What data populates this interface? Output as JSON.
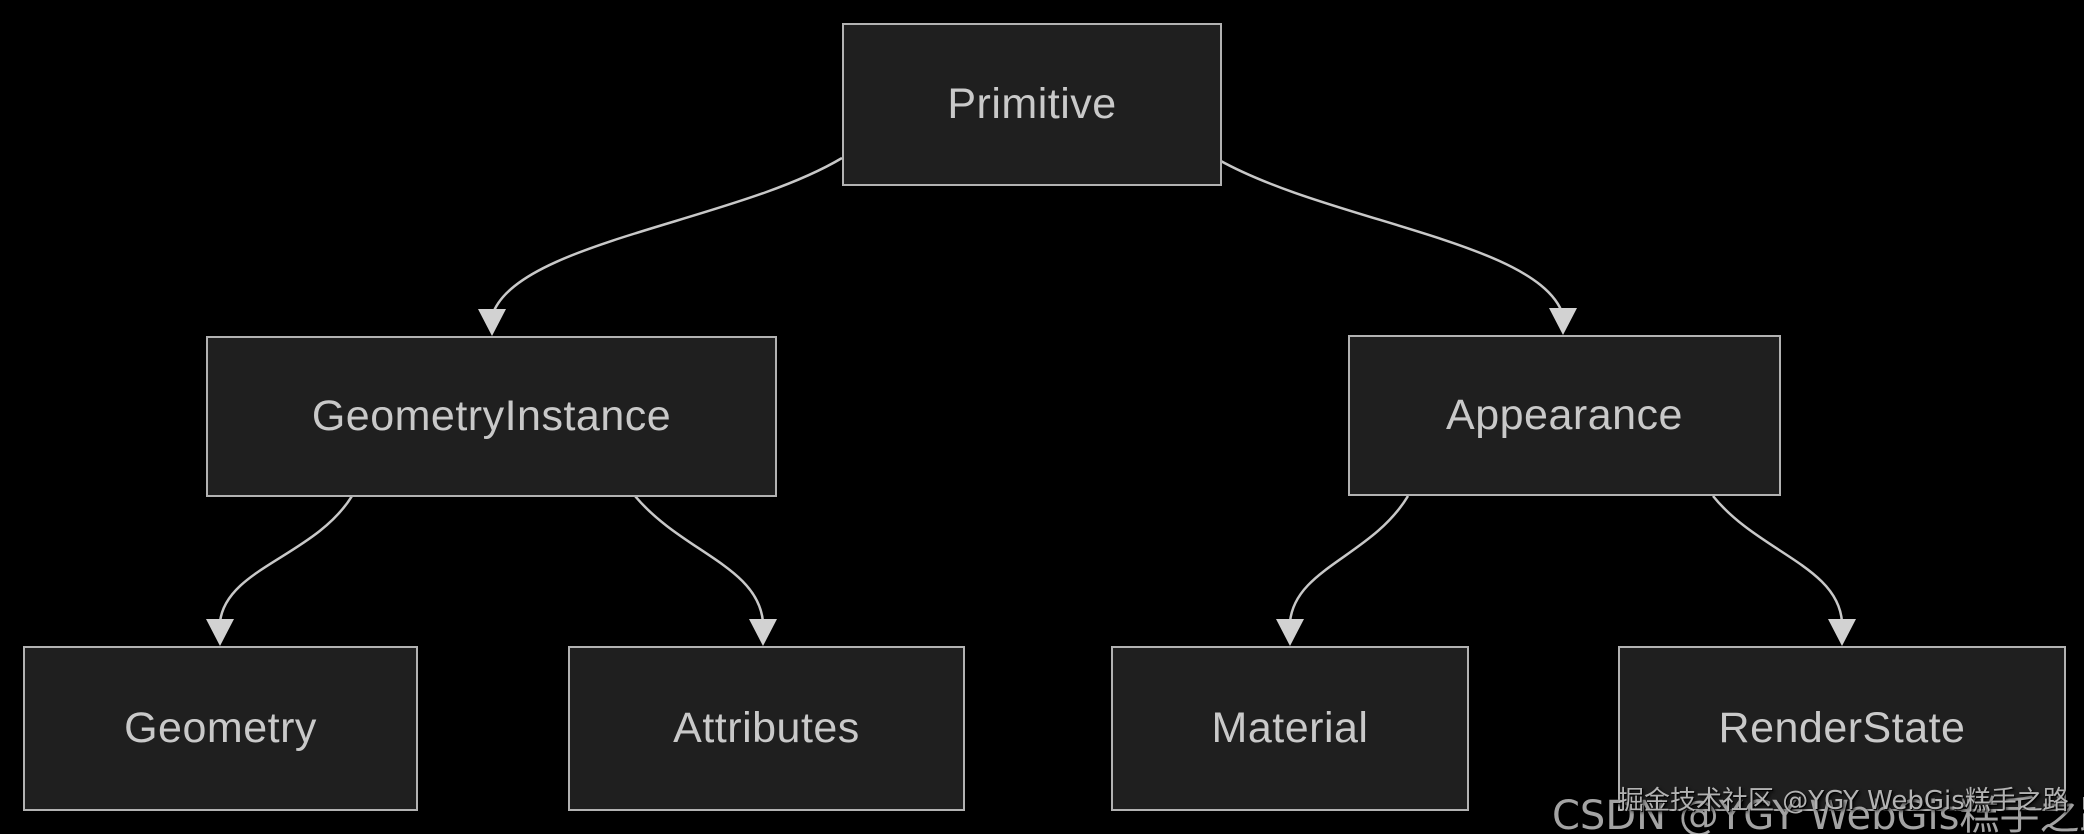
{
  "diagram": {
    "nodes": {
      "primitive": {
        "label": "Primitive"
      },
      "geometryInstance": {
        "label": "GeometryInstance"
      },
      "appearance": {
        "label": "Appearance"
      },
      "geometry": {
        "label": "Geometry"
      },
      "attributes": {
        "label": "Attributes"
      },
      "material": {
        "label": "Material"
      },
      "renderState": {
        "label": "RenderState"
      }
    },
    "edges": [
      {
        "from": "Primitive",
        "to": "GeometryInstance"
      },
      {
        "from": "Primitive",
        "to": "Appearance"
      },
      {
        "from": "GeometryInstance",
        "to": "Geometry"
      },
      {
        "from": "GeometryInstance",
        "to": "Attributes"
      },
      {
        "from": "Appearance",
        "to": "Material"
      },
      {
        "from": "Appearance",
        "to": "RenderState"
      }
    ]
  },
  "watermarks": {
    "large": "CSDN @YGY WebGis糕手之路",
    "small": "掘金技术社区 @YGY WebGis糕手之路"
  },
  "colors": {
    "background": "#000000",
    "node_fill": "#1f1f1f",
    "node_border": "#b2b2b2",
    "node_text": "#c9c9c9",
    "edge_line": "#c8c8c8",
    "arrowhead": "#d2d2d2",
    "watermark_large": "#a3a3a3",
    "watermark_small": "#b3b3b3"
  }
}
